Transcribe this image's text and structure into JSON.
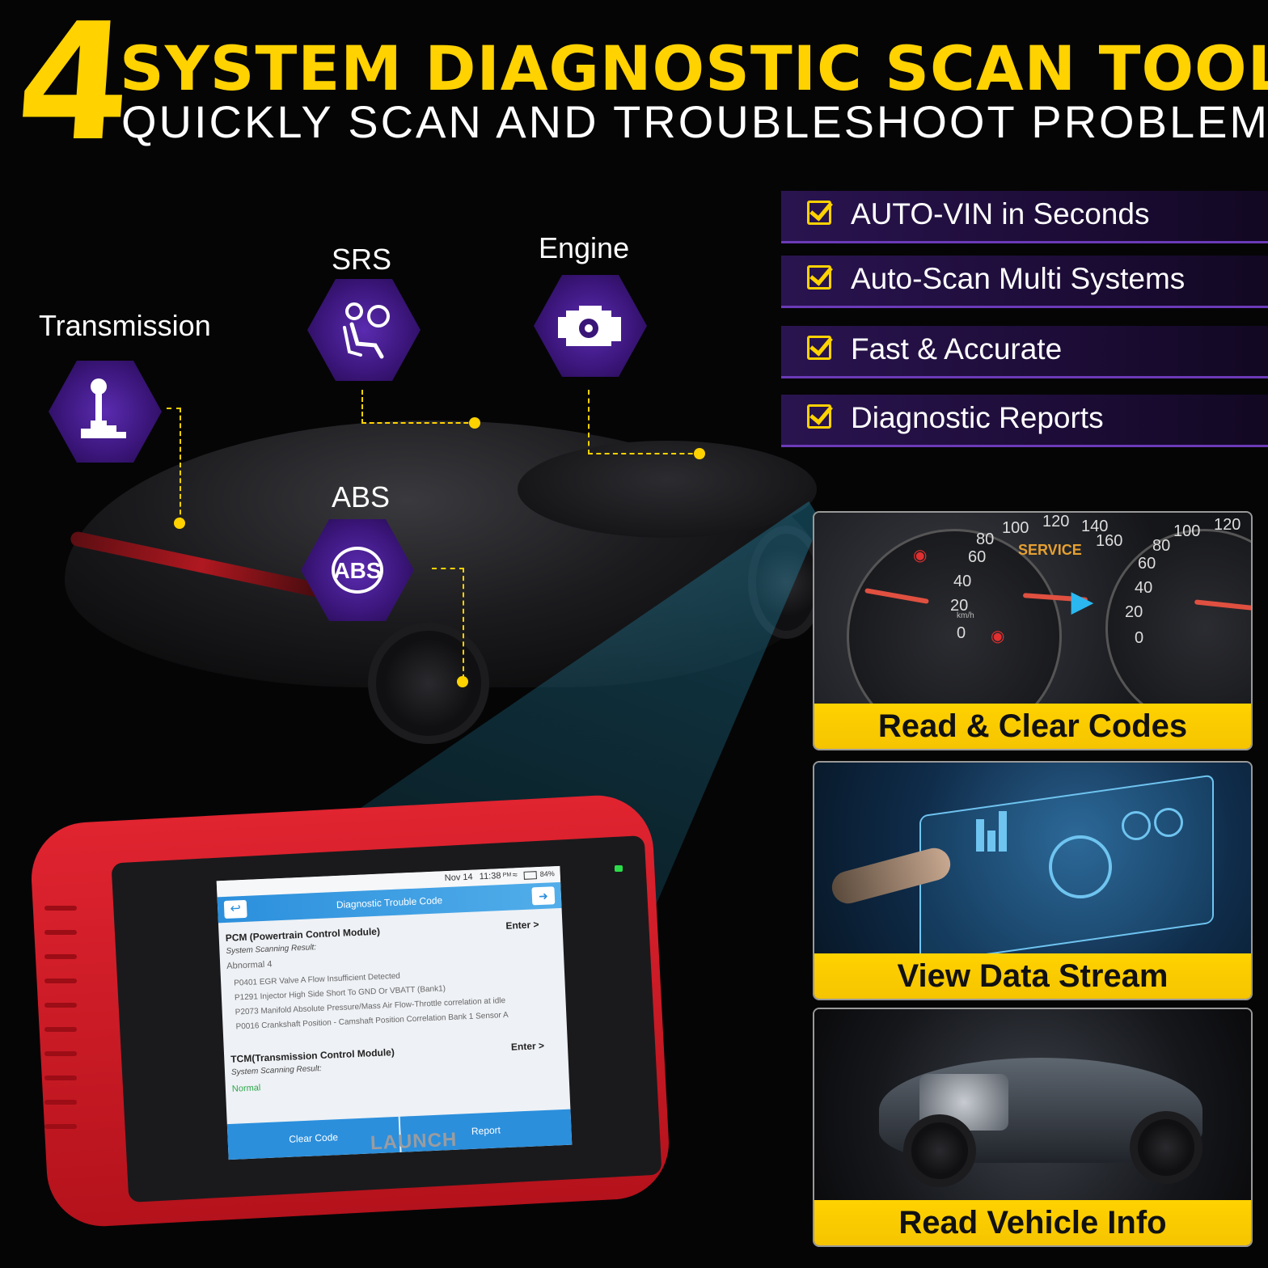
{
  "header": {
    "number": "4",
    "title": "SYSTEM DIAGNOSTIC SCAN TOOL",
    "subtitle": "QUICKLY SCAN AND TROUBLESHOOT PROBLEMS"
  },
  "features": [
    {
      "label": "AUTO-VIN in Seconds",
      "icon": "checkbox-icon"
    },
    {
      "label": "Auto-Scan Multi Systems",
      "icon": "checkbox-icon"
    },
    {
      "label": "Fast & Accurate",
      "icon": "checkbox-icon"
    },
    {
      "label": "Diagnostic Reports",
      "icon": "checkbox-icon"
    }
  ],
  "systems": {
    "transmission": "Transmission",
    "srs": "SRS",
    "engine": "Engine",
    "abs": "ABS",
    "abs_badge": "ABS"
  },
  "cards": [
    {
      "label": "Read & Clear Codes"
    },
    {
      "label": "View Data Stream"
    },
    {
      "label": "Read Vehicle Info"
    }
  ],
  "dashboard": {
    "service": "SERVICE",
    "left_ticks": [
      "100",
      "120",
      "140",
      "80",
      "60",
      "40",
      "20",
      "0",
      "160"
    ],
    "right_ticks": [
      "100",
      "120",
      "80",
      "60",
      "40",
      "20",
      "0"
    ],
    "unit": "km/h"
  },
  "device": {
    "brand": "LAUNCH",
    "status": {
      "date": "Nov 14",
      "time": "11:38",
      "meridiem": "PM",
      "battery": "84%"
    },
    "screen_title": "Diagnostic Trouble Code",
    "pcm": {
      "name": "PCM (Powertrain Control Module)",
      "enter": "Enter >",
      "result_label": "System Scanning Result:",
      "result": "Abnormal 4",
      "codes": [
        "P0401 EGR Valve A Flow Insufficient Detected",
        "P1291 Injector High Side Short To GND Or VBATT (Bank1)",
        "P2073 Manifold Absolute Pressure/Mass Air Flow-Throttle correlation at idle",
        "P0016 Crankshaft Position - Camshaft Position Correlation Bank 1 Sensor A"
      ]
    },
    "tcm": {
      "name": "TCM(Transmission Control Module)",
      "enter": "Enter >",
      "result_label": "System Scanning Result:",
      "result": "Normal"
    },
    "buttons": {
      "clear": "Clear Code",
      "report": "Report"
    }
  },
  "colors": {
    "accent_yellow": "#ffd200",
    "purple": "#4a1d96",
    "device_red": "#d81e2a",
    "screen_blue": "#2b8fdc"
  }
}
